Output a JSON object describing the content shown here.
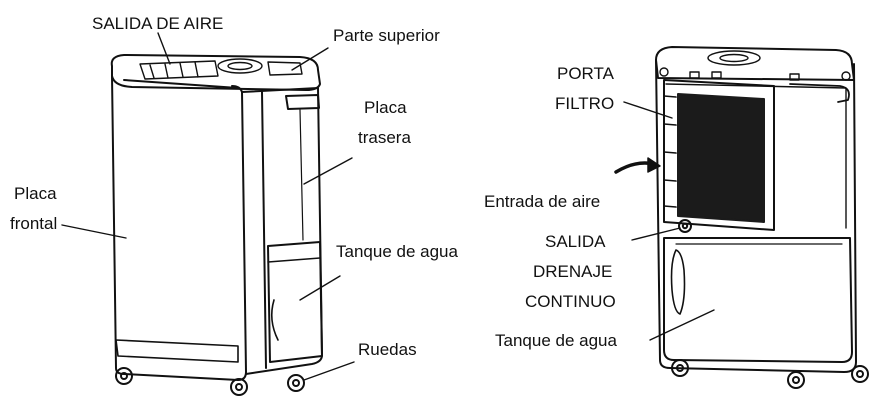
{
  "labels": {
    "salida_aire": "SALIDA DE AIRE",
    "parte_superior": "Parte superior",
    "placa_trasera_1": "Placa",
    "placa_trasera_2": "trasera",
    "placa_frontal_1": "Placa",
    "placa_frontal_2": "frontal",
    "tanque_izq": "Tanque de agua",
    "ruedas": "Ruedas",
    "porta_filtro_1": "PORTA",
    "porta_filtro_2": "FILTRO",
    "entrada_aire": "Entrada de aire",
    "salida_drenaje_1": "SALIDA",
    "salida_drenaje_2": "DRENAJE",
    "salida_drenaje_3": "CONTINUO",
    "tanque_der": "Tanque de agua"
  }
}
